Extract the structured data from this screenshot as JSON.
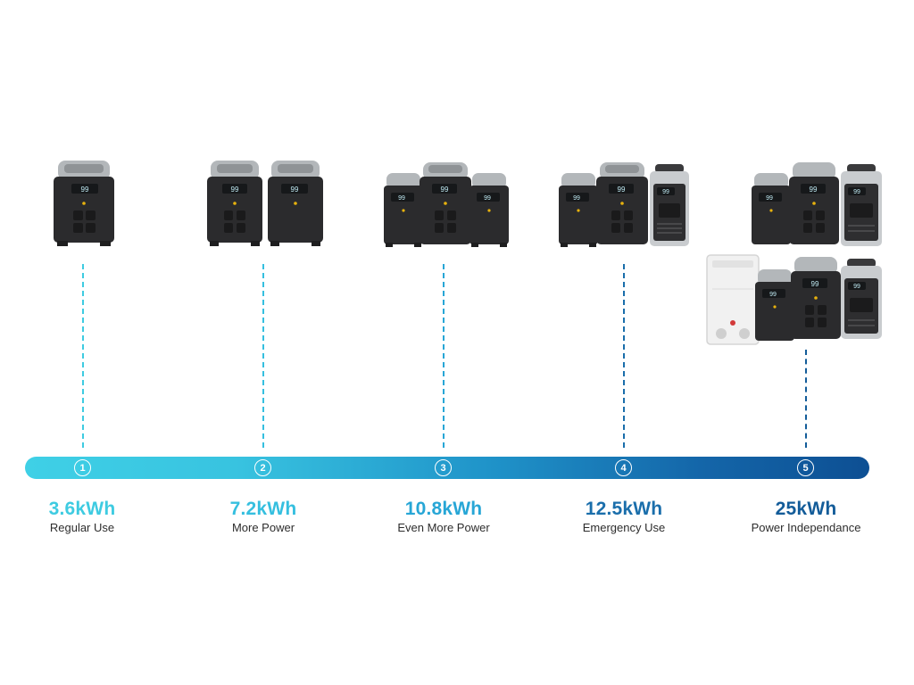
{
  "colors": {
    "step1": "#3ecbe1",
    "step2": "#35bfdf",
    "step3": "#27a6d6",
    "step4": "#1a6eab",
    "step5": "#135c99",
    "device_body": "#2b2b2d",
    "device_handle": "#a9adb0",
    "panel_white": "#f1f1f1"
  },
  "device_screen_text": "99",
  "steps": [
    {
      "number": "1",
      "energy": "3.6kWh",
      "label": "Regular Use"
    },
    {
      "number": "2",
      "energy": "7.2kWh",
      "label": "More Power"
    },
    {
      "number": "3",
      "energy": "10.8kWh",
      "label": "Even More Power"
    },
    {
      "number": "4",
      "energy": "12.5kWh",
      "label": "Emergency Use"
    },
    {
      "number": "5",
      "energy": "25kWh",
      "label": "Power Independance"
    }
  ],
  "icons": {
    "power_station": "power-station-icon",
    "extra_battery": "extra-battery-icon",
    "generator": "generator-icon",
    "home_panel": "smart-home-panel-icon"
  }
}
